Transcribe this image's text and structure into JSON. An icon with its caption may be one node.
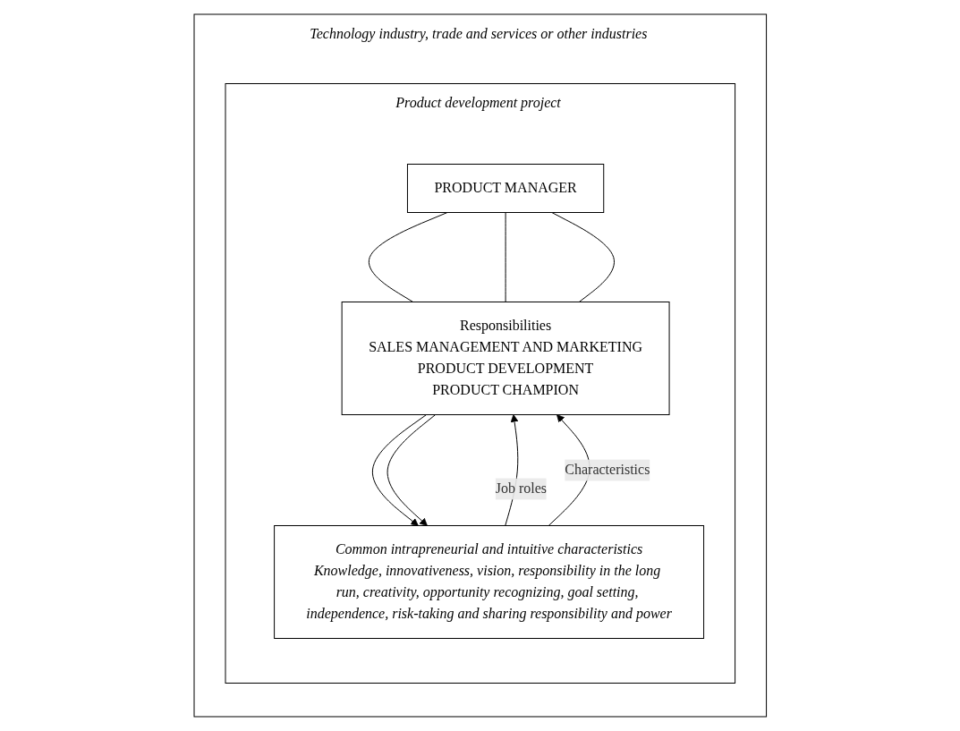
{
  "diagram": {
    "nodes": [
      {
        "text": [
          "Technology industry, trade and services or other industries"
        ]
      },
      {
        "text": [
          "Product development project"
        ],
        "in": 0
      },
      {
        "text": [
          "PRODUCT MANAGER"
        ],
        "in": 1
      },
      {
        "text": [
          "Responsibilities",
          "SALES MANAGEMENT AND MARKETING",
          "PRODUCT DEVELOPMENT",
          "PRODUCT CHAMPION"
        ],
        "in": 1
      },
      {
        "text": [
          "Common intrapreneurial and intuitive characteristics",
          "Knowledge, innovativeness, vision, responsibility in the long run, creativity, opportunity recognizing, goal setting, independence, risk-taking and sharing responsibility and power"
        ],
        "in": 1
      }
    ],
    "edges": [
      {
        "from": 2,
        "to": 3,
        "arrow": "none"
      },
      {
        "from": 2,
        "to": 3,
        "arrow": "none"
      },
      {
        "from": 2,
        "to": 3,
        "arrow": "none"
      },
      {
        "from": 4,
        "to": 3,
        "arrow": "to",
        "label": "Job roles"
      },
      {
        "from": 3,
        "to": 4,
        "arrow": "to"
      },
      {
        "from": 4,
        "to": 3,
        "arrow": "to",
        "label": "Characteristics"
      },
      {
        "from": 3,
        "to": 4,
        "arrow": "to"
      }
    ]
  }
}
